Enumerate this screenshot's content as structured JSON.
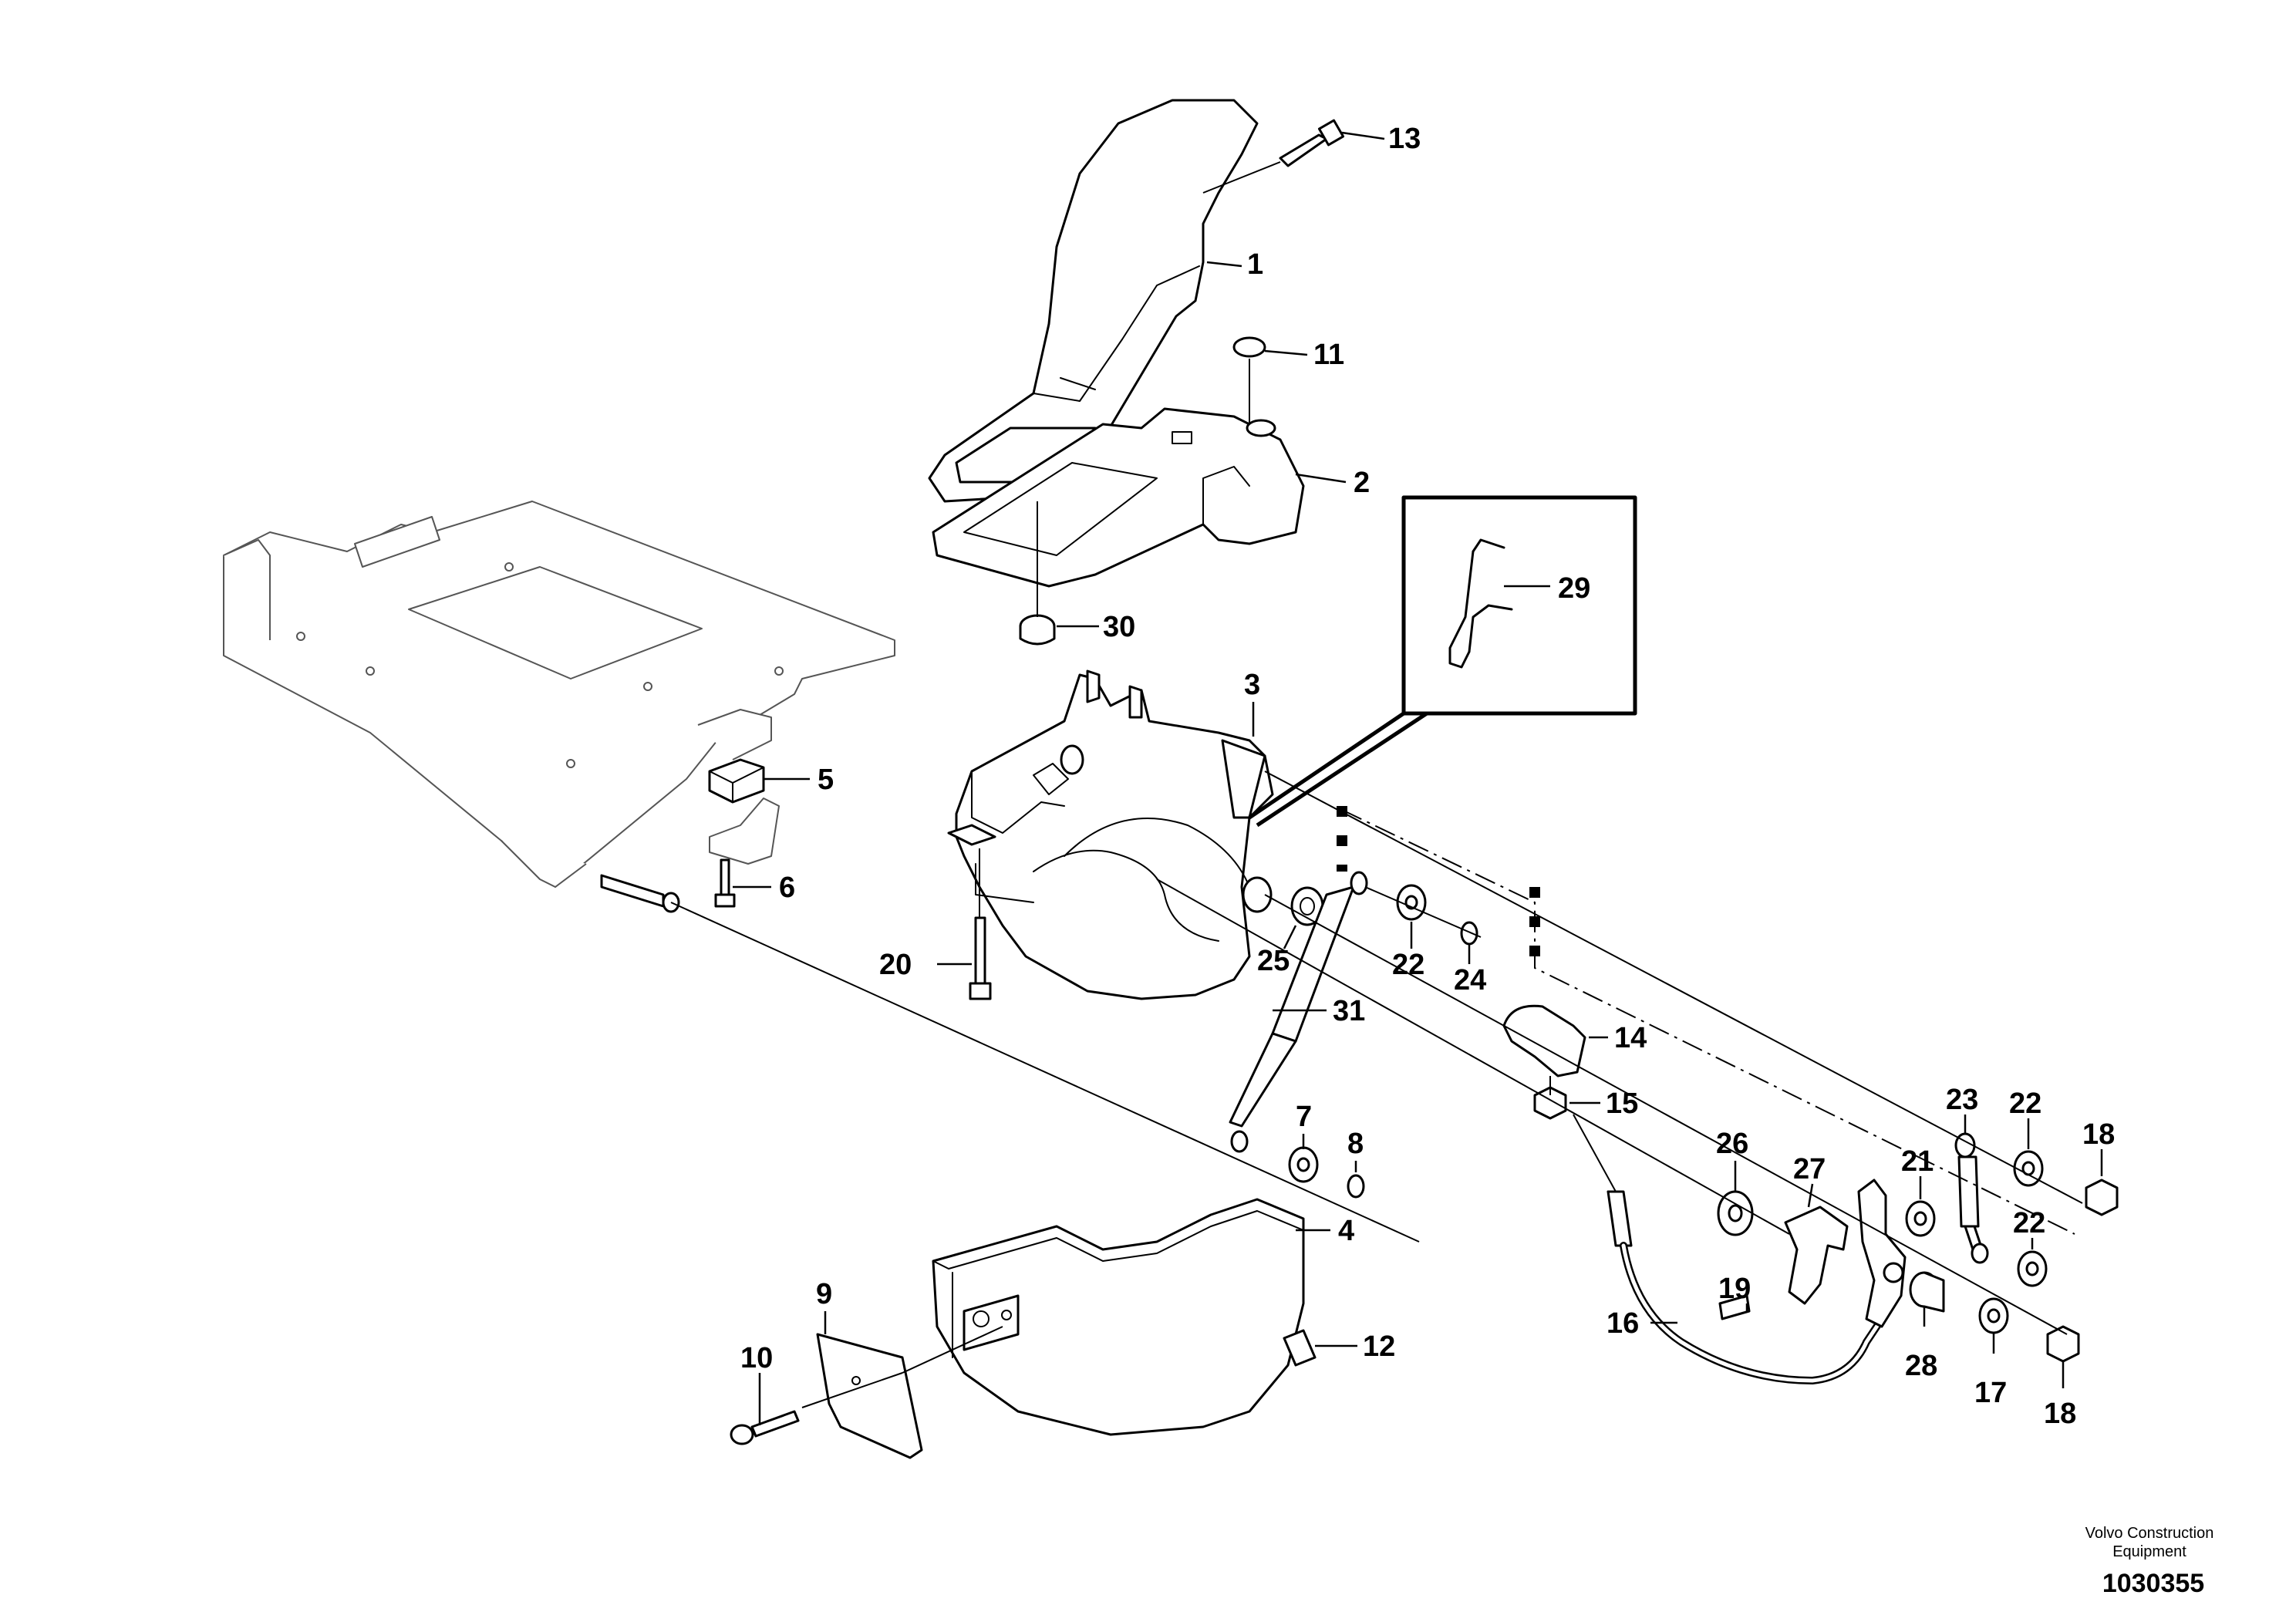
{
  "labels": {
    "p1": "1",
    "p2": "2",
    "p3": "3",
    "p4": "4",
    "p5": "5",
    "p6": "6",
    "p7": "7",
    "p8": "8",
    "p9": "9",
    "p10": "10",
    "p11": "11",
    "p12": "12",
    "p13": "13",
    "p14": "14",
    "p15": "15",
    "p16": "16",
    "p17": "17",
    "p18a": "18",
    "p18b": "18",
    "p19": "19",
    "p20": "20",
    "p21": "21",
    "p22a": "22",
    "p22b": "22",
    "p22c": "22",
    "p23": "23",
    "p24": "24",
    "p25": "25",
    "p26": "26",
    "p27": "27",
    "p28": "28",
    "p29": "29",
    "p30": "30",
    "p31": "31"
  },
  "footer": {
    "brand_line1": "Volvo Construction",
    "brand_line2": "Equipment",
    "doc_number": "1030355"
  }
}
